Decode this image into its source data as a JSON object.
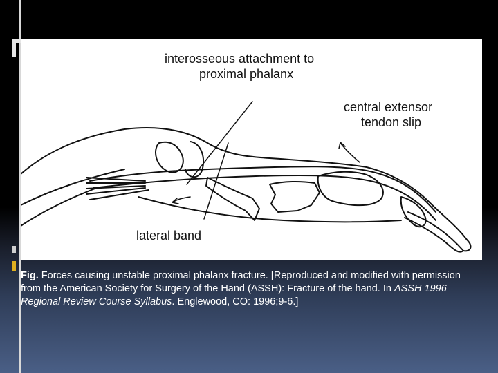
{
  "figure": {
    "labels": {
      "interosseous": [
        "interosseous attachment to",
        "proximal phalanx"
      ],
      "central_extensor": [
        "central extensor",
        "tendon slip"
      ],
      "lateral_band": "lateral band"
    }
  },
  "caption": {
    "prefix": "Fig.",
    "part1": " Forces causing unstable proximal phalanx fracture. [Reproduced and modified with permission from the American Society for Surgery of the Hand (ASSH): Fracture of the hand. In ",
    "source_title": "ASSH 1996 Regional Review Course Syllabus",
    "part2": ". Englewood, CO: 1996;9-6.]"
  }
}
